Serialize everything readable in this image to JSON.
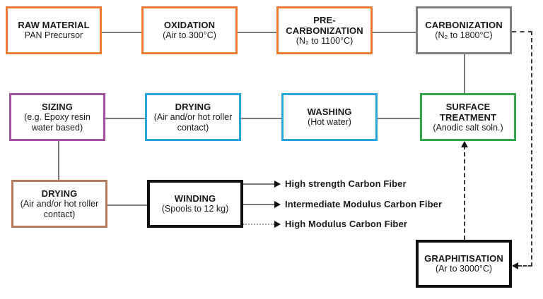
{
  "diagram": {
    "type": "flowchart",
    "subject": "Carbon fiber manufacturing process from PAN precursor"
  },
  "boxes": {
    "raw_material": {
      "title": "RAW MATERIAL",
      "subtitle": "PAN Precursor",
      "border_color": "#ED7D31"
    },
    "oxidation": {
      "title": "OXIDATION",
      "subtitle": "(Air to 300°C)",
      "border_color": "#ED7D31"
    },
    "pre_carbonization": {
      "title": "PRE-CARBONIZATION",
      "subtitle": "(N₂ to 1100°C)",
      "border_color": "#ED7D31"
    },
    "carbonization": {
      "title": "CARBONIZATION",
      "subtitle": "(N₂ to 1800°C)",
      "border_color": "#7F7F7F"
    },
    "sizing": {
      "title": "SIZING",
      "subtitle": "(e.g. Epoxy resin water based)",
      "border_color": "#A3509E"
    },
    "drying_top": {
      "title": "DRYING",
      "subtitle": "(Air and/or hot roller contact)",
      "border_color": "#29A4DC"
    },
    "washing": {
      "title": "WASHING",
      "subtitle": "(Hot water)",
      "border_color": "#29A4DC"
    },
    "surface_treatment": {
      "title": "SURFACE TREATMENT",
      "subtitle": "(Anodic salt soln.)",
      "border_color": "#33A64C"
    },
    "drying_bottom": {
      "title": "DRYING",
      "subtitle": "(Air and/or hot roller contact)",
      "border_color": "#B5795B"
    },
    "winding": {
      "title": "WINDING",
      "subtitle": "(Spools to 12 kg)",
      "border_color": "#111111"
    },
    "graphitisation": {
      "title": "GRAPHITISATION",
      "subtitle": "(Ar to 3000°C)",
      "border_color": "#111111"
    }
  },
  "outputs": [
    {
      "label": "High strength Carbon Fiber",
      "line_style": "solid"
    },
    {
      "label": "Intermediate Modulus Carbon Fiber",
      "line_style": "solid"
    },
    {
      "label": "High Modulus Carbon Fiber",
      "line_style": "dotted"
    }
  ],
  "connections": [
    {
      "from": "raw_material",
      "to": "oxidation",
      "style": "solid"
    },
    {
      "from": "oxidation",
      "to": "pre_carbonization",
      "style": "solid"
    },
    {
      "from": "pre_carbonization",
      "to": "carbonization",
      "style": "solid"
    },
    {
      "from": "carbonization",
      "to": "surface_treatment",
      "style": "solid"
    },
    {
      "from": "surface_treatment",
      "to": "washing",
      "style": "solid"
    },
    {
      "from": "washing",
      "to": "drying_top",
      "style": "solid"
    },
    {
      "from": "drying_top",
      "to": "sizing",
      "style": "solid"
    },
    {
      "from": "sizing",
      "to": "drying_bottom",
      "style": "solid"
    },
    {
      "from": "drying_bottom",
      "to": "winding",
      "style": "solid"
    },
    {
      "from": "winding",
      "to": "High strength Carbon Fiber",
      "style": "solid-arrow"
    },
    {
      "from": "winding",
      "to": "Intermediate Modulus Carbon Fiber",
      "style": "solid-arrow"
    },
    {
      "from": "winding",
      "to": "High Modulus Carbon Fiber",
      "style": "dotted-arrow"
    },
    {
      "from": "carbonization",
      "to": "graphitisation",
      "style": "dashed-arrow"
    },
    {
      "from": "graphitisation",
      "to": "surface_treatment",
      "style": "dashed-arrow"
    }
  ],
  "colors": {
    "connector": "#7A7A7A",
    "dashed_connector": "#3A3A3A",
    "arrowhead": "#111111",
    "text": "#1A1A1A",
    "background": "#FFFFFF"
  }
}
